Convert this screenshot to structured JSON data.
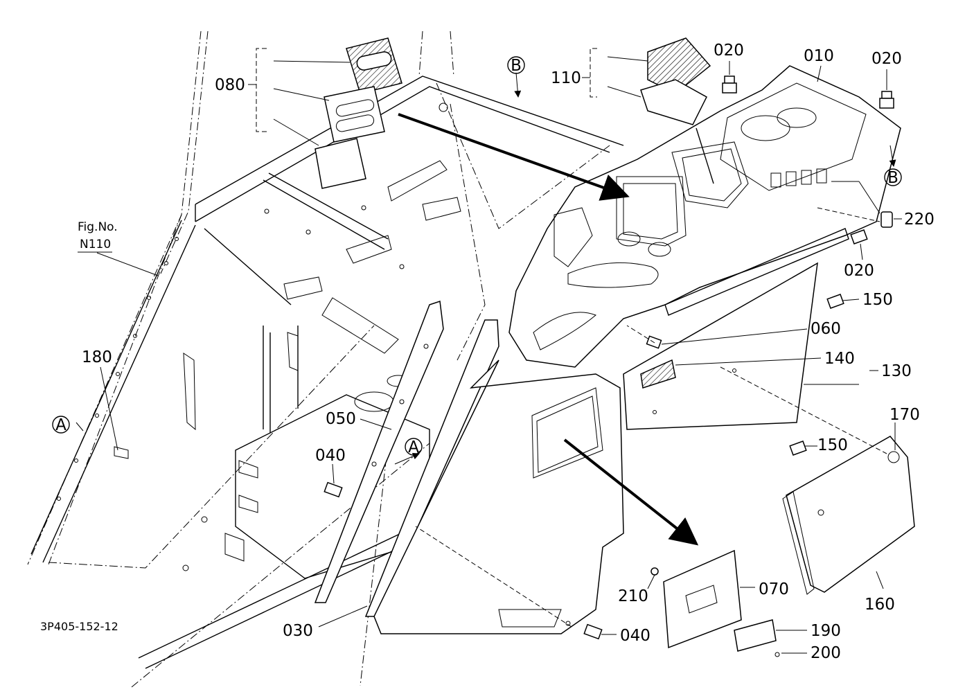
{
  "diagram": {
    "drawing_code": "3P405-152-12",
    "figure_ref": {
      "line1": "Fig.No.",
      "line2": "N110"
    },
    "callouts": {
      "p010": "010",
      "p020a": "020",
      "p020b": "020",
      "p020c": "020",
      "p030": "030",
      "p040a": "040",
      "p040b": "040",
      "p050": "050",
      "p060": "060",
      "p070": "070",
      "p080": "080",
      "p110": "110",
      "p130": "130",
      "p140": "140",
      "p150a": "150",
      "p150b": "150",
      "p160": "160",
      "p170": "170",
      "p180": "180",
      "p190": "190",
      "p200": "200",
      "p210": "210",
      "p220": "220"
    },
    "reference_marks": {
      "a1": "A",
      "a2": "A",
      "b1": "B",
      "b2": "B"
    }
  }
}
